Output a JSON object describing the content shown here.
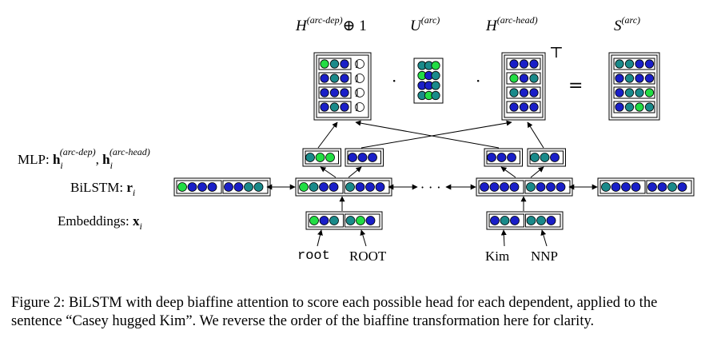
{
  "equation": {
    "h_dep_label": "H",
    "h_dep_sup": "(arc-dep)",
    "oplus_one": "⊕ 1",
    "u_label": "U",
    "u_sup": "(arc)",
    "h_head_label": "H",
    "h_head_sup": "(arc-head)",
    "transpose": "⊤",
    "s_label": "S",
    "s_sup": "(arc)",
    "dot": "·",
    "equals": "=",
    "one": "1"
  },
  "left_labels": {
    "mlp_prefix": "MLP: ",
    "mlp_h": "h",
    "mlp_sub": "i",
    "mlp_sup_dep": "(arc-dep)",
    "mlp_sup_head": "(arc-head)",
    "mlp_comma": ", ",
    "bilstm_prefix": "BiLSTM: ",
    "bilstm_r": "r",
    "bilstm_sub": "i",
    "emb_prefix": "Embeddings: ",
    "emb_x": "x",
    "emb_sub": "i"
  },
  "ellipsis": "· · ·",
  "tokens": {
    "root_word": "root",
    "root_tag": "ROOT",
    "kim_word": "Kim",
    "kim_tag": "NNP"
  },
  "colors": {
    "green": "#22dd44",
    "blue": "#1a1fc8",
    "teal": "#1a8a8a"
  },
  "caption": "Figure 2: BiLSTM with deep biaffine attention to score each possible head for each dependent, applied to the sentence “Casey hugged Kim”. We reverse the order of the biaffine transformation here for clarity."
}
